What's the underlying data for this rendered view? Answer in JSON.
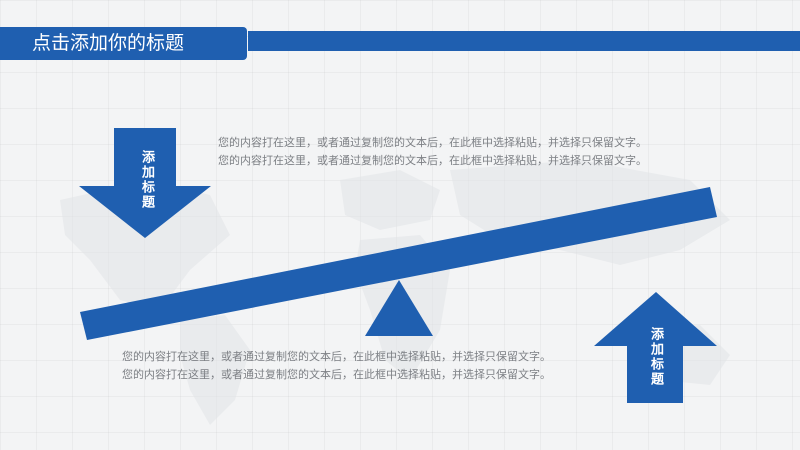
{
  "slide": {
    "title": "点击添加你的标题",
    "accent_color": "#1f5fb0",
    "arrow_left_label": "添加标题",
    "arrow_right_label": "添加标题",
    "text_top": [
      "您的内容打在这里，或者通过复制您的文本后，在此框中选择粘贴，并选择只保留文字。",
      "您的内容打在这里，或者通过复制您的文本后，在此框中选择粘贴，并选择只保留文字。"
    ],
    "text_bottom": [
      "您的内容打在这里，或者通过复制您的文本后，在此框中选择粘贴，并选择只保留文字。",
      "您的内容打在这里，或者通过复制您的文本后，在此框中选择粘贴，并选择只保留文字。"
    ]
  }
}
